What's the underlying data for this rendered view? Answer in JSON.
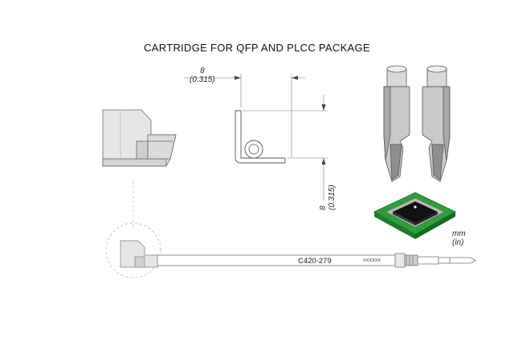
{
  "title": "CARTRIDGE FOR QFP AND PLCC PACKAGE",
  "dimensions": {
    "horizontal": {
      "mm": "8",
      "in": "(0.315)"
    },
    "vertical": {
      "mm": "8",
      "in": "(0.315)"
    }
  },
  "part_number": "C420-279",
  "serial_marking": "XXXXXX",
  "units": {
    "metric": "mm",
    "imperial": "(in)"
  },
  "colors": {
    "line": "#555555",
    "tip_grey": "#cfcfcf",
    "pcb_green": "#2e9e3a",
    "chip_black": "#111111"
  },
  "icons": [
    "tweezer-tip-icon",
    "qfp-chip-icon",
    "detail-magnifier-circle-icon"
  ]
}
